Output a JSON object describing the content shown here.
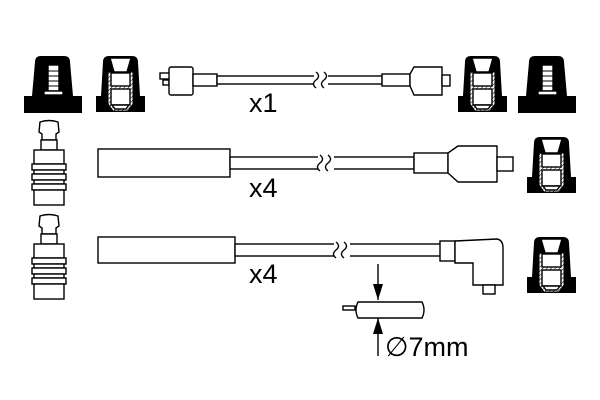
{
  "diagram": {
    "rows": [
      {
        "quantity_label": "x1"
      },
      {
        "quantity_label": "x4"
      },
      {
        "quantity_label": "x4"
      }
    ],
    "dimension": {
      "label": "∅7mm"
    },
    "colors": {
      "ink": "#000000",
      "background": "#ffffff"
    }
  }
}
